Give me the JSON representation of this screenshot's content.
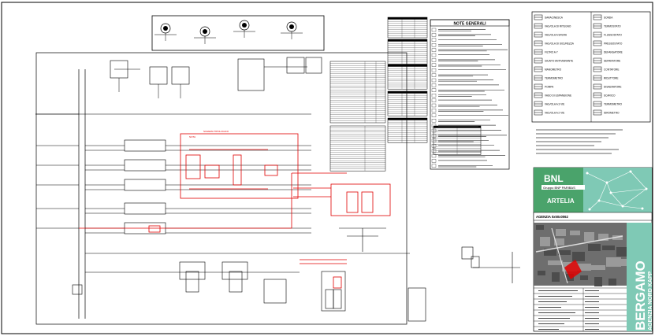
{
  "notes": {
    "title": "NOTE GENERALI"
  },
  "legend": {
    "items": [
      "SARACINESCA",
      "VALVOLA DI RITEGNO",
      "VALVOLA A SFERA",
      "VALVOLA DI SICUREZZA",
      "FILTRO A Y",
      "GIUNTO ANTIVIBRANTE",
      "MANOMETRO",
      "TERMOMETRO",
      "POMPA",
      "VASO DI ESPANSIONE",
      "VALVOLA A 3 VIE",
      "VALVOLA A 2 VIE",
      "SONDA",
      "TERMOSTATO",
      "FLUSSOSTATO",
      "PRESSOSTATO",
      "DEFANGATORE",
      "SEPARATORE",
      "CONTATORE",
      "RIDUTTORE",
      "DISAERATORE",
      "SCARICO",
      "TERMOMETRO",
      "IDROMETRO"
    ]
  },
  "project": {
    "client_brand": "BNL",
    "client_group": "Gruppo BNP PARIBAS",
    "designer_brand": "ARTELIA",
    "agency_line": "AGENZIA 0x50x0062",
    "city": "BERGAMO",
    "agency": "AGENZIA NORD KAPP"
  },
  "labels": {
    "schema_title": "SCHEMA FUNZIONALE IMPIANTO"
  },
  "colors": {
    "line": "#000000",
    "red": "#e00000",
    "panel_green": "#4aa36b",
    "teal": "#7fc9b5"
  }
}
